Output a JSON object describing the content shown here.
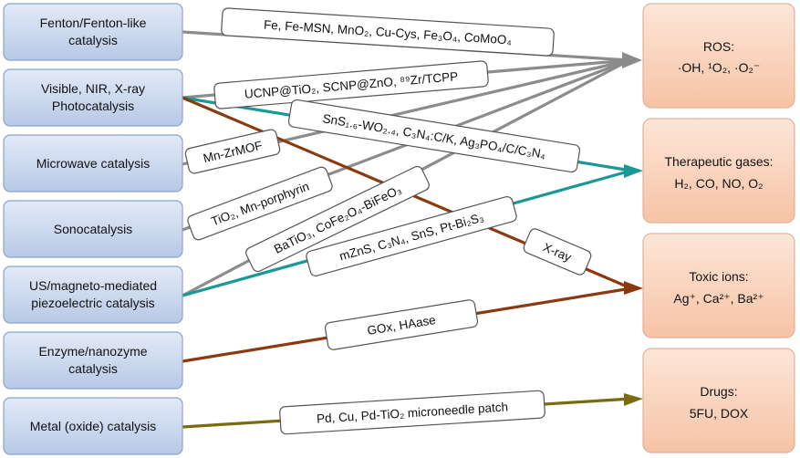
{
  "sources": [
    {
      "id": "fenton",
      "lines": [
        "Fenton/Fenton-like",
        "catalysis"
      ]
    },
    {
      "id": "photo",
      "lines": [
        "Visible, NIR, X-ray",
        "Photocatalysis"
      ]
    },
    {
      "id": "microwave",
      "lines": [
        "Microwave catalysis"
      ]
    },
    {
      "id": "sono",
      "lines": [
        "Sonocatalysis"
      ]
    },
    {
      "id": "piezo",
      "lines": [
        "US/magneto-mediated",
        "piezoelectric catalysis"
      ]
    },
    {
      "id": "enzyme",
      "lines": [
        "Enzyme/nanozyme",
        "catalysis"
      ]
    },
    {
      "id": "metal",
      "lines": [
        "Metal (oxide) catalysis"
      ]
    }
  ],
  "targets": [
    {
      "id": "ros",
      "title": "ROS:",
      "detail": "·OH, ¹O₂, ·O₂⁻"
    },
    {
      "id": "gases",
      "title": "Therapeutic gases:",
      "detail": "H₂, CO, NO, O₂"
    },
    {
      "id": "ions",
      "title": "Toxic ions:",
      "detail": "Ag⁺, Ca²⁺, Ba²⁺"
    },
    {
      "id": "drugs",
      "title": "Drugs:",
      "detail": "5FU, DOX"
    }
  ],
  "labels": {
    "fenton_ros": "Fe, Fe-MSN, MnO₂, Cu-Cys, Fe₃O₄, CoMoO₄",
    "photo_ros": "UCNP@TiO₂, SCNP@ZnO, ⁸⁹Zr/TCPP",
    "photo_gases": "SnS₁.₆-WO₂.₄, C₃N₄:C/K, Ag₃PO₄/C/C₃N₄",
    "microwave_ros": "Mn-ZrMOF",
    "sono_ros": "TiO₂, Mn-porphyrin",
    "piezo_ros": "BaTiO₃, CoFe₂O₄-BiFeO₃",
    "piezo_gases": "mZnS, C₃N₄, SnS, Pt-Bi₂S₃",
    "photo_ions": "X-ray",
    "enzyme_ions": "GOx, HAase",
    "metal_drugs": "Pd, Cu, Pd-TiO₂ microneedle patch"
  },
  "colors": {
    "gray": "#8c8c8c",
    "teal": "#1a9898",
    "brown": "#8b3a10",
    "olive": "#7a6a10",
    "source_fill": "#c9d7ee",
    "target_fill": "#f8cdb4"
  }
}
